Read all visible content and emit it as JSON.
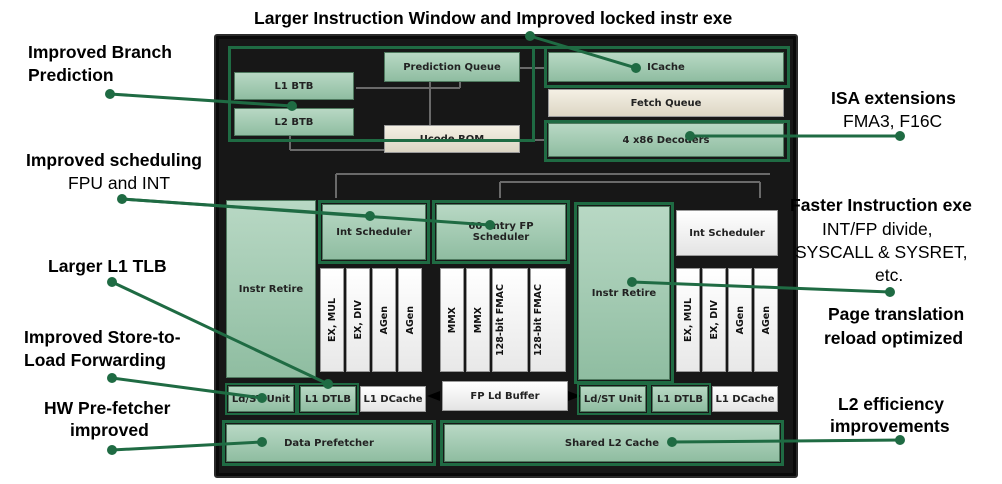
{
  "blocks": {
    "l1_btb": "L1 BTB",
    "l2_btb": "L2 BTB",
    "prediction_queue": "Prediction Queue",
    "icache": "ICache",
    "fetch_queue": "Fetch Queue",
    "ucode_rom": "Ucode ROM",
    "decoders": "4 x86 Decoders",
    "instr_retire_left": "Instr Retire",
    "int_scheduler_left": "Int Scheduler",
    "fp_scheduler": "60 entry FP Scheduler",
    "instr_retire_right": "Instr Retire",
    "int_scheduler_right": "Int Scheduler",
    "ex_mul": "EX, MUL",
    "ex_div": "EX, DIV",
    "agen": "AGen",
    "mmx": "MMX",
    "fmac": "128-bit FMAC",
    "ldst_unit": "Ld/ST Unit",
    "l1_dtlb": "L1 DTLB",
    "l1_dcache": "L1 DCache",
    "fp_ld_buffer": "FP Ld Buffer",
    "data_prefetcher": "Data Prefetcher",
    "shared_l2": "Shared L2 Cache"
  },
  "callouts": {
    "instr_window": "Larger Instruction Window and Improved locked instr exe",
    "branch_1": "Improved Branch",
    "branch_2": "Prediction",
    "sched_1": "Improved scheduling",
    "sched_2": "FPU and INT",
    "tlb": "Larger L1 TLB",
    "stl_1": "Improved Store-to-",
    "stl_2": "Load Forwarding",
    "pf_1": "HW Pre-fetcher",
    "pf_2": "improved",
    "isa_1": "ISA extensions",
    "isa_2": "FMA3, F16C",
    "fast_1": "Faster Instruction exe",
    "fast_2": "INT/FP divide,",
    "fast_3": "SYSCALL & SYSRET,",
    "fast_4": "etc.",
    "ptr_1": "Page translation",
    "ptr_2": "reload optimized",
    "l2_1": "L2 efficiency",
    "l2_2": "improvements"
  },
  "colors": {
    "highlight": "#1f6b43",
    "block_green": "#a8cdb6",
    "core_bg": "#171717"
  }
}
